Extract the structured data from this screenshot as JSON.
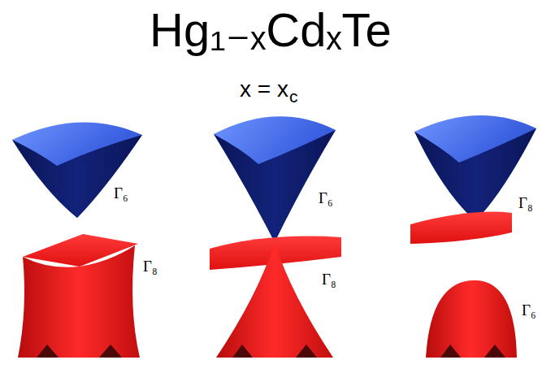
{
  "diagram": {
    "title": "Hg₁₋ₓCdₓTe",
    "labels": [
      "x = x",
      "c",
      "Γ₆",
      "Γ₈",
      "Γ₆",
      "Γ₈",
      "Γ₈",
      "Γ₆"
    ]
  }
}
